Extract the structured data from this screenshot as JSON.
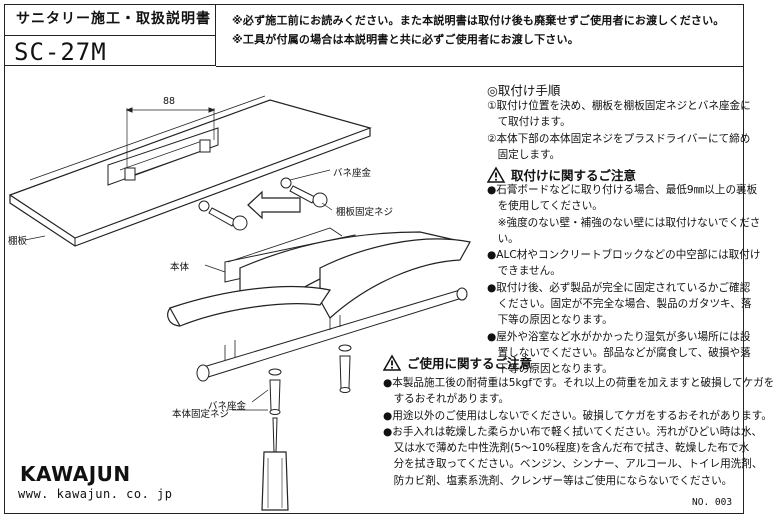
{
  "header": {
    "title": "サニタリー施工・取扱説明書",
    "model": "SC-27M",
    "note1": "※必ず施工前にお読みください。また本説明書は取付け後も廃棄せずご使用者にお渡しください。",
    "note2": "※工具が付属の場合は本説明書と共に必ずご使用者にお渡し下さい。"
  },
  "illustration": {
    "dimension": "88",
    "label_spring_washer_top": "バネ座金",
    "label_shelf_screw": "棚板固定ネジ",
    "label_shelf": "棚板",
    "label_body": "本体",
    "label_spring_washer_bottom": "バネ座金",
    "label_body_screw": "本体固定ネジ"
  },
  "install_steps": {
    "heading": "◎取付け手順",
    "lines": [
      "①取付け位置を決め、棚板を棚板固定ネジとバネ座金に",
      "　て取付けます。",
      "②本体下部の本体固定ネジをプラスドライバーにて締め",
      "　固定します。"
    ]
  },
  "install_cautions": {
    "heading": "取付けに関するご注意",
    "lines": [
      "●石膏ボードなどに取り付ける場合、最低9㎜以上の裏板",
      "　を使用してください。",
      "　※強度のない壁・補強のない壁には取付けないでくださ",
      "　い。",
      "●ALC材やコンクリートブロックなどの中空部には取付け",
      "　できません。",
      "●取付け後、必ず製品が完全に固定されているかご確認",
      "　ください。固定が不完全な場合、製品のガタツキ、落",
      "　下等の原因となります。",
      "●屋外や浴室など水がかかったり湿気が多い場所には設",
      "　置しないでください。部品などが腐食して、破損や落",
      "　下等の原因となります。"
    ]
  },
  "usage_cautions": {
    "heading": "ご使用に関するご注意",
    "lines": [
      "●本製品施工後の耐荷重は5kgfです。それ以上の荷重を加えますと破損してケガを",
      "　するおそれがあります。",
      "●用途以外のご使用はしないでください。破損してケガをするおそれがあります。",
      "●お手入れは乾燥した柔らかい布で軽く拭いてください。汚れがひどい時は水、",
      "　又は水で薄めた中性洗剤(5～10%程度)を含んだ布で拭き、乾燥した布で水",
      "　分を拭き取ってください。ベンジン、シンナー、アルコール、トイレ用洗剤、",
      "　防カビ剤、塩素系洗剤、クレンザー等はご使用にならないでください。"
    ]
  },
  "footer": {
    "logo": "KAWAJUN",
    "url": "www. kawajun. co. jp",
    "doc_number": "NO. 003"
  }
}
